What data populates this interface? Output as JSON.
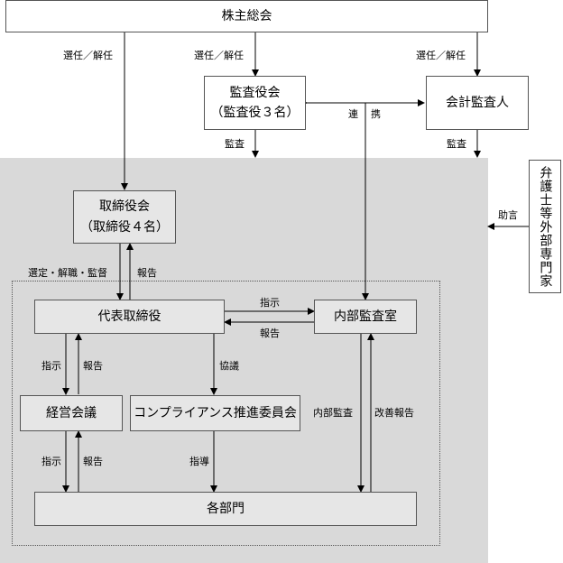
{
  "boxes": {
    "shareholders": "株主総会",
    "auditors_1": "監査役会",
    "auditors_2": "（監査役３名）",
    "accounting_auditor": "会計監査人",
    "board_1": "取締役会",
    "board_2": "（取締役４名）",
    "ceo": "代表取締役",
    "internal_audit": "内部監査室",
    "management_meeting": "経営会議",
    "compliance": "コンプライアンス推進委員会",
    "departments": "各部門",
    "lawyers": "弁護士等外部専門家"
  },
  "labels": {
    "appoint_board": "選任／解任",
    "appoint_auditors": "選任／解任",
    "appoint_accounting": "選任／解任",
    "liaison_1": "連",
    "liaison_2": "携",
    "audit_by_auditors": "監査",
    "audit_by_accounting": "監査",
    "advice": "助言",
    "board_oversight": "選定・解職・監督",
    "report_to_board": "報告",
    "instruct_internal": "指示",
    "report_from_internal": "報告",
    "instruct_mgmt": "指示",
    "report_mgmt": "報告",
    "consult": "協議",
    "internal_audit_label": "内部監査",
    "improvement_report": "改善報告",
    "instruct_depts": "指示",
    "report_depts": "報告",
    "guidance": "指導"
  }
}
